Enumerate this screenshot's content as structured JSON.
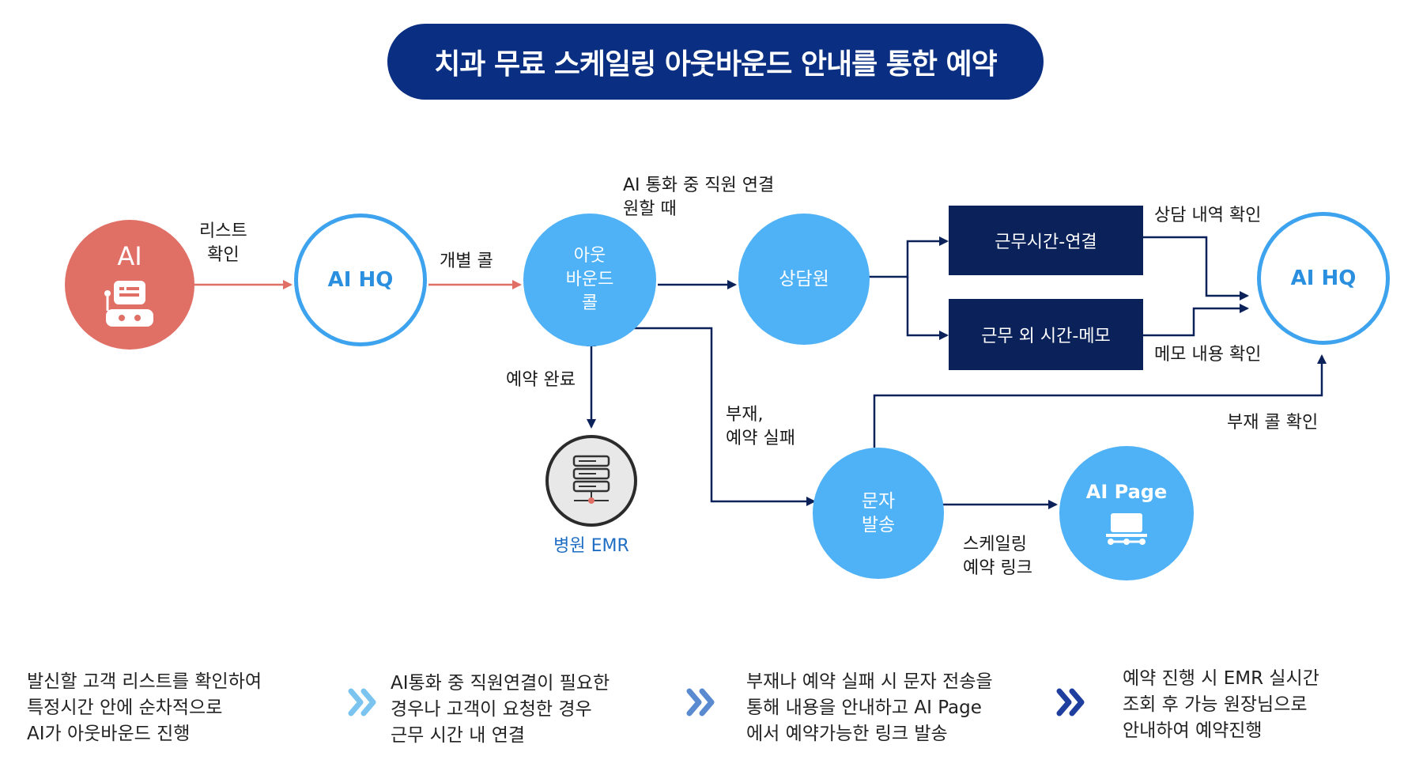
{
  "title": "치과 무료 스케일링 아웃바운드 안내를 통한 예약",
  "nodes": {
    "ai": "AI",
    "ai_hq_1": "AI HQ",
    "outbound_call": "아웃\n바운드\n콜",
    "counselor": "상담원",
    "work_hours": "근무시간-연결",
    "after_hours": "근무 외 시간-메모",
    "ai_hq_2": "AI HQ",
    "sms": "문자\n발송",
    "ai_page": "AI Page",
    "emr": "병원 EMR"
  },
  "edge_labels": {
    "check_list": "리스트\n확인",
    "individual_call": "개별 콜",
    "staff_connect": "AI 통화 중 직원 연결\n원할 때",
    "booking_done": "예약 완료",
    "absent_fail": "부재,\n예약 실패",
    "check_consult": "상담 내역 확인",
    "check_memo": "메모 내용 확인",
    "check_missed": "부재 콜 확인",
    "scaling_link": "스케일링\n예약 링크"
  },
  "steps": [
    "발신할 고객 리스트를 확인하여\n특정시간 안에 순차적으로\nAI가 아웃바운드 진행",
    "AI통화 중 직원연결이 필요한\n경우나 고객이 요청한 경우\n근무 시간 내 연결",
    "부재나 예약 실패 시 문자 전송을\n통해 내용을 안내하고 AI Page\n에서 예약가능한 링크 발송",
    "예약 진행 시 EMR 실시간\n조회 후 가능 원장님으로\n안내하여 예약진행"
  ],
  "colors": {
    "navy": "#0a2f82",
    "box_navy": "#0a2159",
    "blue": "#4fb1f6",
    "outline_blue": "#3ea3ee",
    "coral": "#e06f66"
  }
}
